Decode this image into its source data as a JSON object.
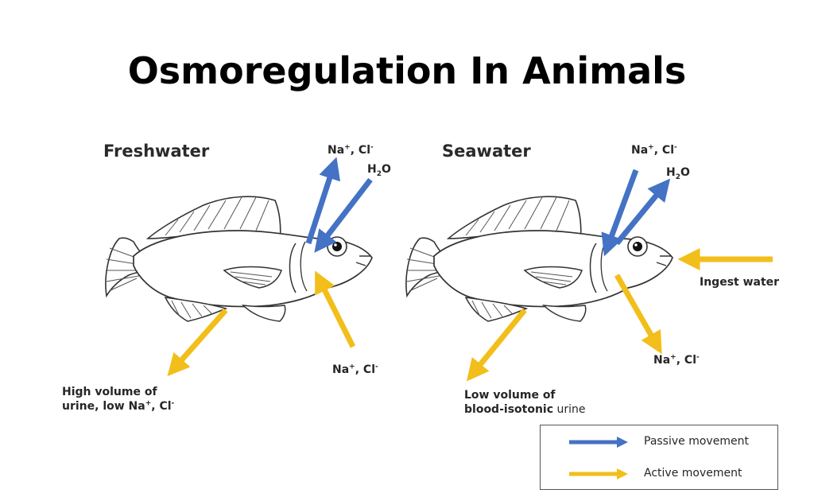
{
  "title": "Osmoregulation In Animals",
  "colors": {
    "passive": "#4472C4",
    "active": "#F2BE1A"
  },
  "freshwater": {
    "label": "Freshwater",
    "passive_out_na": "Na",
    "passive_out_cl": "Cl",
    "passive_in_h2o_h": "H",
    "passive_in_h2o_sub": "2",
    "passive_in_h2o_o": "O",
    "active_in_na": "Na",
    "active_in_cl": "Cl",
    "urine_line1": "High volume of",
    "urine_line2_a": "urine, low Na",
    "urine_line2_b": "Cl"
  },
  "seawater": {
    "label": "Seawater",
    "passive_in_na": "Na",
    "passive_in_cl": "Cl",
    "passive_out_h2o_h": "H",
    "passive_out_h2o_sub": "2",
    "passive_out_h2o_o": "O",
    "active_out_na": "Na",
    "active_out_cl": "Cl",
    "ingest_water": "Ingest water",
    "urine_line1": "Low volume of",
    "urine_line2_a": "blood-isotonic",
    "urine_line2_b": " urine"
  },
  "symbols": {
    "plus": "+",
    "minus": "-",
    "comma": ", "
  },
  "legend": {
    "passive": "Passive movement",
    "active": "Active movement"
  }
}
